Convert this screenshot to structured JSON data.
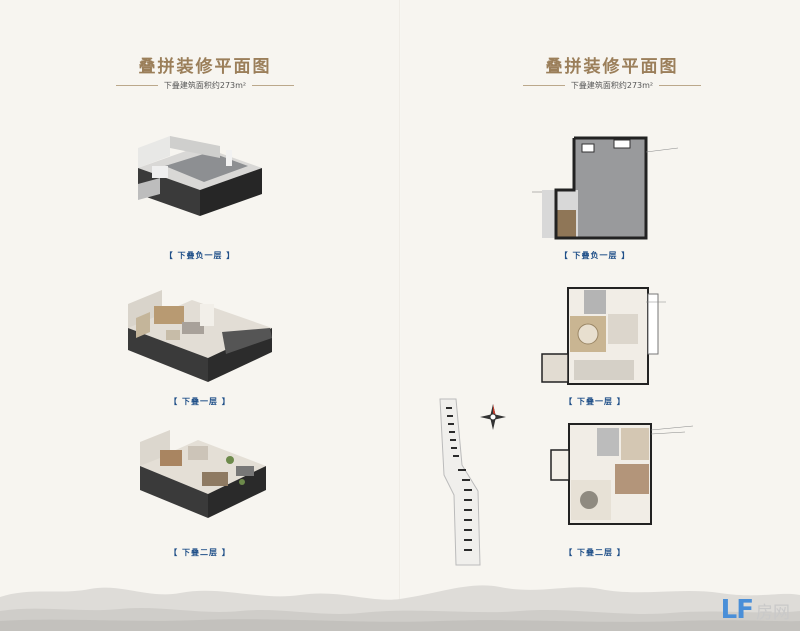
{
  "left": {
    "title": "叠拼装修平面图",
    "subtitle": "下叠建筑面积约273m²",
    "captions": [
      "【 下叠负一层 】",
      "【 下叠一层 】",
      "【 下叠二层 】"
    ]
  },
  "right": {
    "title": "叠拼装修平面图",
    "subtitle": "下叠建筑面积约273m²",
    "captions": [
      "【 下叠负一层 】",
      "【 下叠一层 】",
      "【 下叠二层 】"
    ]
  },
  "watermark": {
    "mark": "LF",
    "text": "房网"
  }
}
